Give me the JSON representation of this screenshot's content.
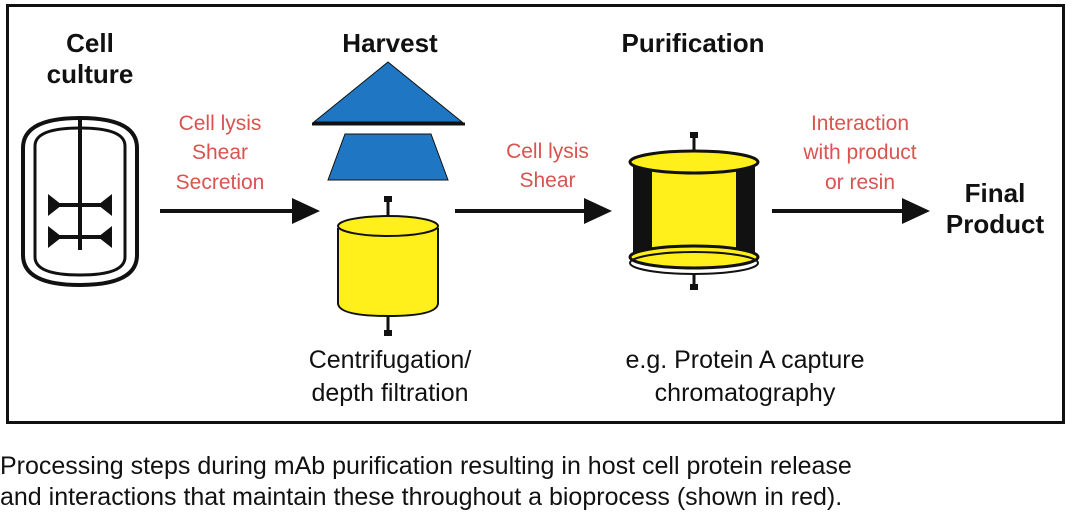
{
  "stages": {
    "cell_culture": [
      "Cell",
      "culture"
    ],
    "harvest": "Harvest",
    "purification": "Purification",
    "final_product": [
      "Final",
      "Product"
    ]
  },
  "transitions": {
    "culture_to_harvest": [
      "Cell lysis",
      "Shear",
      "Secretion"
    ],
    "harvest_to_purification": [
      "Cell lysis",
      "Shear"
    ],
    "purification_to_product": [
      "Interaction",
      "with product",
      "or resin"
    ]
  },
  "notes": {
    "harvest": [
      "Centrifugation/",
      "depth filtration"
    ],
    "purification": [
      "e.g. Protein A capture",
      "chromatography"
    ]
  },
  "caption": [
    "Processing steps during mAb purification resulting in host cell protein release",
    "and interactions that maintain these throughout a bioprocess (shown in red)."
  ],
  "colors": {
    "red_text": "#d9534f",
    "centrifuge_blue": "#1f77c4",
    "filter_yellow": "#ffef1a",
    "outline": "#111111"
  },
  "icons": [
    "bioreactor-icon",
    "centrifuge-icon",
    "depth-filter-icon",
    "chromatography-column-icon",
    "arrow-icon"
  ]
}
